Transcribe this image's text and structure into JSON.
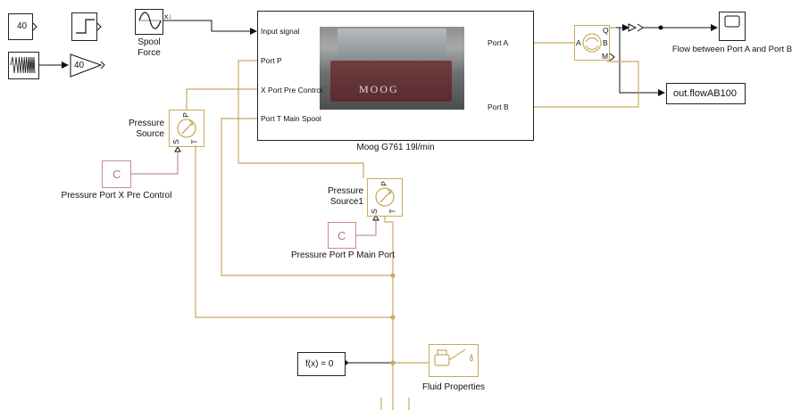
{
  "colors": {
    "signal": "#111111",
    "hydraulic": "#c8aa5e",
    "physical": "#b07a86",
    "constant_border": "#c98a98"
  },
  "blocks": {
    "const_40": {
      "value": "40"
    },
    "step": {
      "icon": "step-icon"
    },
    "chirp": {
      "icon": "chirp-signal-icon"
    },
    "gain": {
      "value": "40"
    },
    "spool_force": {
      "label_line1": "Spool",
      "label_line2": "Force",
      "port_symbol": "x↓",
      "icon": "sine-wave-icon"
    },
    "moog": {
      "label": "Moog G761 19l/min",
      "ports_left": [
        "Input signal",
        "Port P",
        "X Port Pre Control",
        "Port T Main Spool"
      ],
      "ports_right": [
        "Port A",
        "Port B"
      ],
      "brand": "MOOG"
    },
    "pressure_source": {
      "label_line1": "Pressure",
      "label_line2": "Source",
      "port_p": "P",
      "port_s": "S",
      "port_t": "T"
    },
    "pressure_source1": {
      "label_line1": "Pressure",
      "label_line2": "Source1",
      "port_p": "P",
      "port_s": "S",
      "port_t": "T"
    },
    "const_x": {
      "symbol": "C",
      "label": "Pressure Port X Pre Control"
    },
    "const_p": {
      "symbol": "C",
      "label": "Pressure Port P Main Port"
    },
    "flow_sensor": {
      "port_a": "A",
      "port_b": "B",
      "port_q": "Q",
      "port_m": "M"
    },
    "scope": {
      "label": "Flow between Port A and Port B"
    },
    "to_workspace": {
      "value": "out.flowAB100"
    },
    "solver": {
      "value": "f(x) = 0"
    },
    "fluid": {
      "label": "Fluid Properties"
    }
  }
}
